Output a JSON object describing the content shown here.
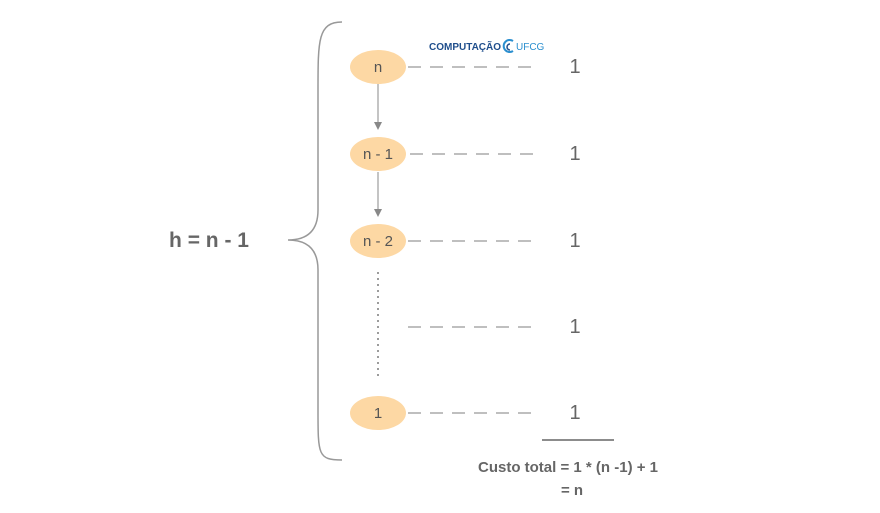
{
  "logo": {
    "name": "COMPUTAÇÃO",
    "suffix": "UFCG",
    "color": "#1f4e8c",
    "accent": "#2b8fcf"
  },
  "height_label": "h = n - 1",
  "nodes": [
    {
      "label": "n",
      "cost": "1"
    },
    {
      "label": "n - 1",
      "cost": "1"
    },
    {
      "label": "n - 2",
      "cost": "1"
    },
    {
      "label": "",
      "cost": "1"
    },
    {
      "label": "1",
      "cost": "1"
    }
  ],
  "total": {
    "line1": "Custo total = 1 * (n -1) + 1",
    "line2": "= n"
  },
  "colors": {
    "node_fill": "#fdd8a4",
    "text": "#666666",
    "line": "#999999"
  }
}
